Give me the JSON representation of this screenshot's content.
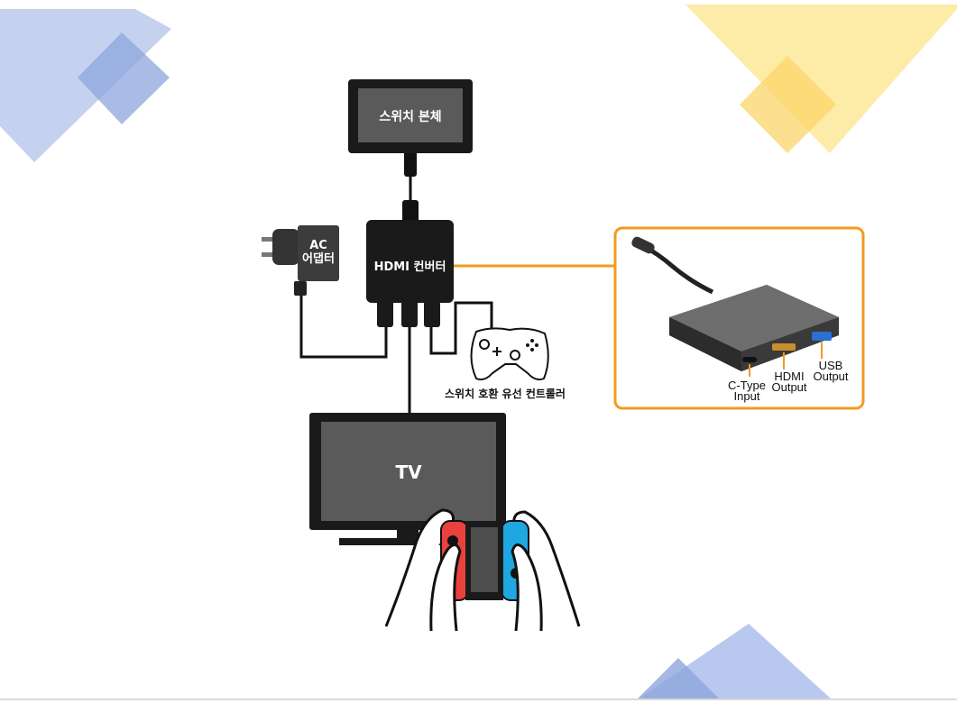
{
  "labels": {
    "switch_body": "스위치 본체",
    "ac_adapter_line1": "AC",
    "ac_adapter_line2": "어댑터",
    "hdmi_converter": "HDMI 컨버터",
    "wired_controller": "스위치 호환 유선 컨트롤러",
    "tv": "TV"
  },
  "ports": {
    "c_type_line1": "C-Type",
    "c_type_line2": "Input",
    "hdmi_line1": "HDMI",
    "hdmi_line2": "Output",
    "usb_line1": "USB",
    "usb_line2": "Output"
  },
  "colors": {
    "accent_orange": "#f39a1f",
    "deco_blue": "#a9bde6",
    "deco_yellow": "#fde38f",
    "device_dark": "#1a1a1a",
    "screen_gray": "#5a5a5a"
  }
}
